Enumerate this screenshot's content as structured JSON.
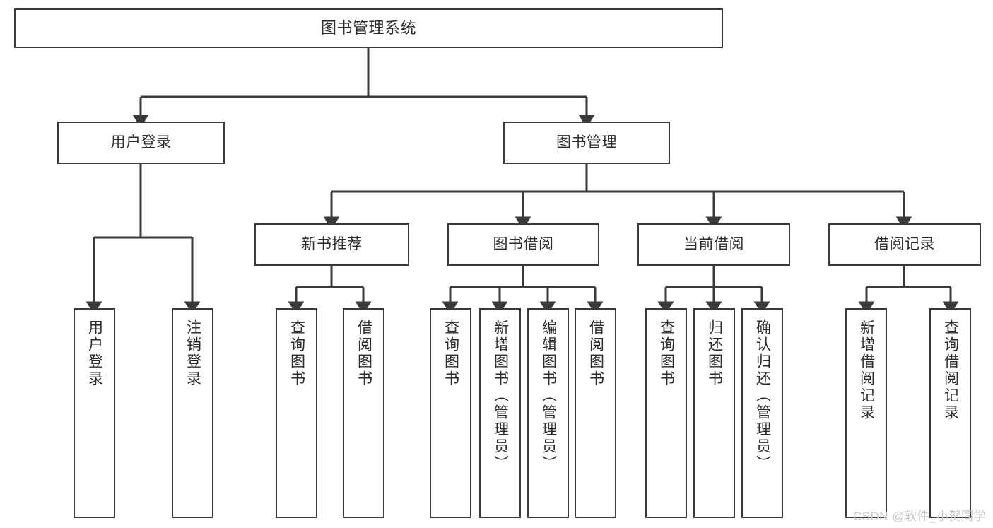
{
  "diagram": {
    "type": "tree-hierarchy",
    "title": "图书管理系统",
    "watermark": "CSDN @软件_小贺同学",
    "colors": {
      "stroke": "#3a3a3a",
      "fill": "#ffffff",
      "text": "#2b2b2b",
      "watermark": "#c9c9c9",
      "background": "#ffffff"
    },
    "nodes": {
      "root": {
        "label": "图书管理系统"
      },
      "level1": [
        {
          "id": "user-login",
          "label": "用户登录"
        },
        {
          "id": "book-manage",
          "label": "图书管理"
        }
      ],
      "level2": [
        {
          "id": "new-book-rec",
          "label": "新书推荐"
        },
        {
          "id": "book-borrow",
          "label": "图书借阅"
        },
        {
          "id": "current-borrow",
          "label": "当前借阅"
        },
        {
          "id": "borrow-record",
          "label": "借阅记录"
        }
      ],
      "leaves": {
        "user_login": [
          {
            "id": "leaf-user-login",
            "label": "用户登录"
          },
          {
            "id": "leaf-logout",
            "label": "注销登录"
          }
        ],
        "new_book_rec": [
          {
            "id": "leaf-query-book-1",
            "label": "查询图书"
          },
          {
            "id": "leaf-borrow-book-1",
            "label": "借阅图书"
          }
        ],
        "book_borrow": [
          {
            "id": "leaf-query-book-2",
            "label": "查询图书"
          },
          {
            "id": "leaf-add-book",
            "label": "新增图书（管理员）"
          },
          {
            "id": "leaf-edit-book",
            "label": "编辑图书（管理员）"
          },
          {
            "id": "leaf-borrow-book-2",
            "label": "借阅图书"
          }
        ],
        "current_borrow": [
          {
            "id": "leaf-query-book-3",
            "label": "查询图书"
          },
          {
            "id": "leaf-return-book",
            "label": "归还图书"
          },
          {
            "id": "leaf-confirm-return",
            "label": "确认归还（管理员）"
          }
        ],
        "borrow_record": [
          {
            "id": "leaf-add-record",
            "label": "新增借阅记录"
          },
          {
            "id": "leaf-query-record",
            "label": "查询借阅记录"
          }
        ]
      }
    }
  }
}
